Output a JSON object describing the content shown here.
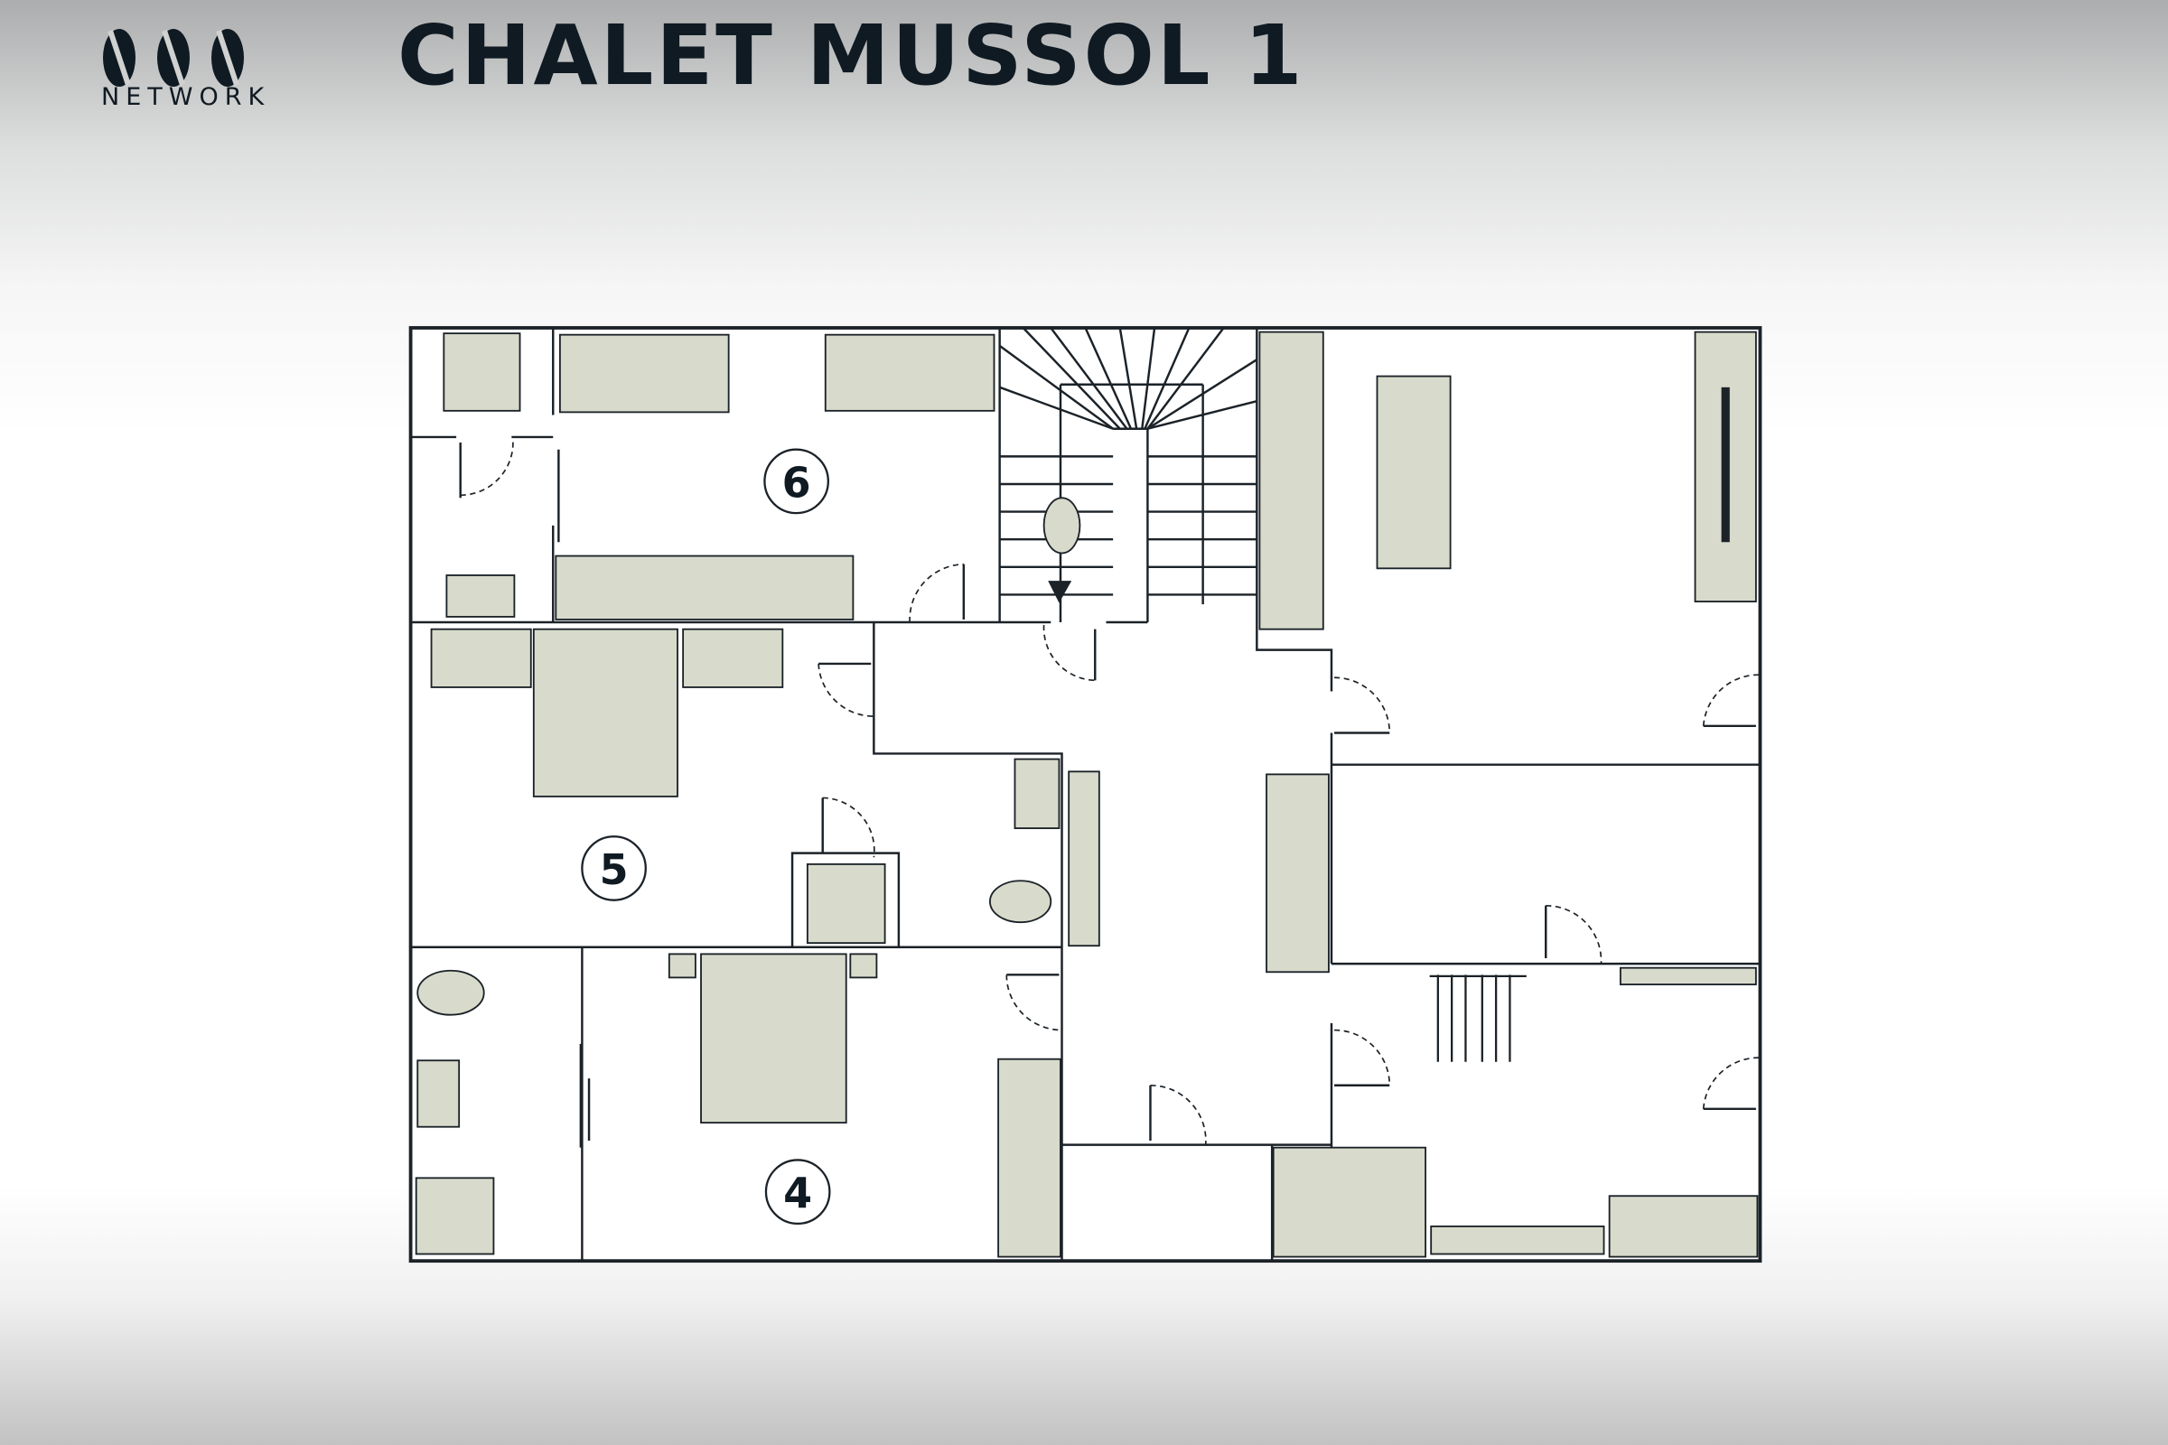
{
  "header": {
    "logo_text": "NETWORK",
    "title": "CHALET MUSSOL 1"
  },
  "floorplan": {
    "rooms": [
      {
        "label": "6"
      },
      {
        "label": "5"
      },
      {
        "label": "4"
      }
    ],
    "colors": {
      "furniture": "#d8dbcb",
      "line": "#1b2228"
    }
  }
}
